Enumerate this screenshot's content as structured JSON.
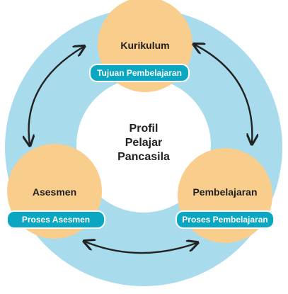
{
  "diagram": {
    "center_lines": [
      "Profil",
      "Pelajar",
      "Pancasila"
    ],
    "nodes": [
      {
        "id": "kurikulum",
        "title": "Kurikulum",
        "pill": "Tujuan Pembelajaran"
      },
      {
        "id": "asesmen",
        "title": "Asesmen",
        "pill": "Proses Asesmen"
      },
      {
        "id": "pembelajaran",
        "title": "Pembelajaran",
        "pill": "Proses Pembelajaran"
      }
    ],
    "colors": {
      "ring": "#a8dcec",
      "inner": "#ffffff",
      "node_fill": "#f9cd8b",
      "pill_fill": "#0aa6c2",
      "pill_text": "#ffffff",
      "arrow": "#222222",
      "text": "#1e1e1e"
    }
  }
}
